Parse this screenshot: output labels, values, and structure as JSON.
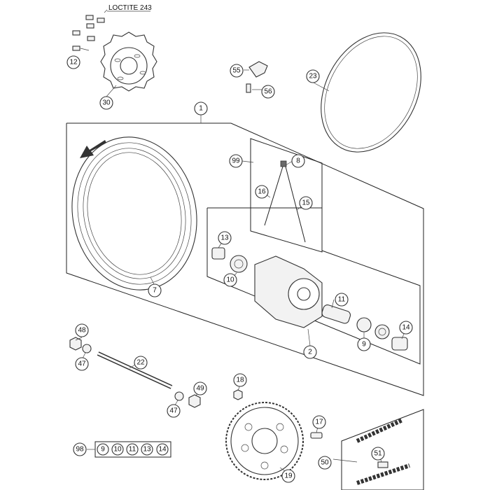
{
  "note": {
    "loctite": "LOCTITE 243"
  },
  "callouts": [
    {
      "id": "c1",
      "num": "1"
    },
    {
      "id": "c2",
      "num": "2"
    },
    {
      "id": "c7",
      "num": "7"
    },
    {
      "id": "c8",
      "num": "8"
    },
    {
      "id": "c9a",
      "num": "9"
    },
    {
      "id": "c10",
      "num": "10"
    },
    {
      "id": "c11",
      "num": "11"
    },
    {
      "id": "c12",
      "num": "12"
    },
    {
      "id": "c13",
      "num": "13"
    },
    {
      "id": "c14",
      "num": "14"
    },
    {
      "id": "c15",
      "num": "15"
    },
    {
      "id": "c16",
      "num": "16"
    },
    {
      "id": "c17",
      "num": "17"
    },
    {
      "id": "c18",
      "num": "18"
    },
    {
      "id": "c19",
      "num": "19"
    },
    {
      "id": "c22",
      "num": "22"
    },
    {
      "id": "c23",
      "num": "23"
    },
    {
      "id": "c30",
      "num": "30"
    },
    {
      "id": "c47a",
      "num": "47"
    },
    {
      "id": "c47b",
      "num": "47"
    },
    {
      "id": "c48",
      "num": "48"
    },
    {
      "id": "c49",
      "num": "49"
    },
    {
      "id": "c50",
      "num": "50"
    },
    {
      "id": "c51",
      "num": "51"
    },
    {
      "id": "c55",
      "num": "55"
    },
    {
      "id": "c56",
      "num": "56"
    },
    {
      "id": "c98",
      "num": "98"
    },
    {
      "id": "c99",
      "num": "99"
    }
  ],
  "kit_98": {
    "items": [
      "9",
      "10",
      "11",
      "13",
      "14"
    ]
  }
}
